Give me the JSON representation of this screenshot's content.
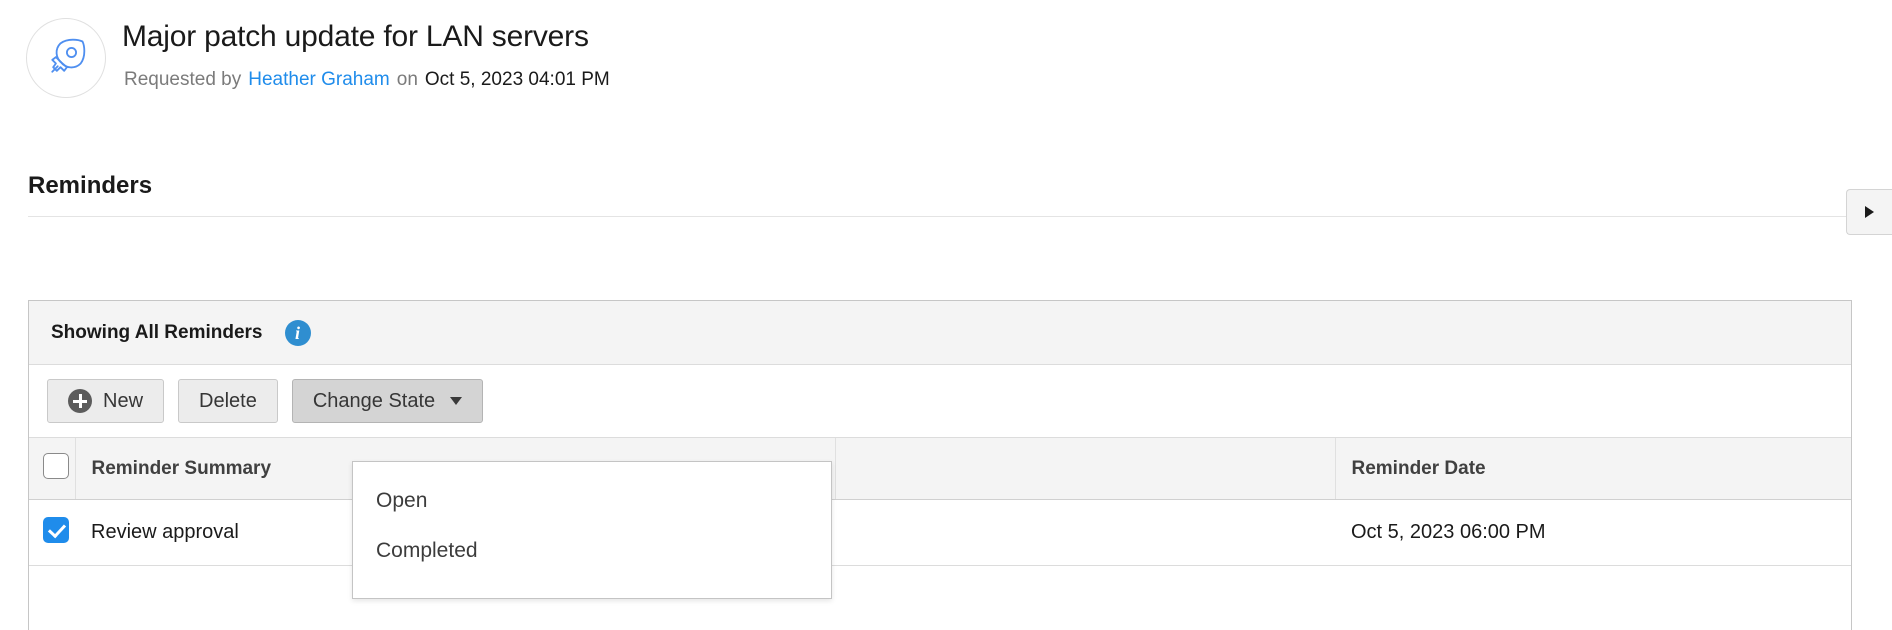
{
  "record": {
    "icon": "rocket-icon",
    "title": "Major patch update for LAN servers",
    "requested_by_label": "Requested by",
    "requested_by_user": "Heather Graham",
    "on_label": "on",
    "requested_on": "Oct 5, 2023 04:01 PM",
    "link_color": "#1f8ceb"
  },
  "section": {
    "title": "Reminders"
  },
  "panel_toggle": {
    "icon": "caret-right-icon"
  },
  "reminders_panel": {
    "header_label": "Showing All Reminders",
    "info_icon": "info-icon",
    "info_icon_color": "#2f8ed0",
    "toolbar": {
      "new_label": "New",
      "new_icon": "plus-circle-icon",
      "delete_label": "Delete",
      "change_state_label": "Change State",
      "change_state_icon": "caret-down-icon",
      "change_state_active": true
    },
    "dropdown": {
      "open": true,
      "items": [
        {
          "label": "Open"
        },
        {
          "label": "Completed"
        }
      ]
    },
    "table": {
      "select_all_checked": false,
      "columns": [
        {
          "label": "Reminder Summary"
        },
        {
          "label": ""
        },
        {
          "label": "Reminder Date"
        }
      ],
      "rows": [
        {
          "checked": true,
          "summary": "Review approval",
          "mid": "",
          "date": "Oct 5, 2023 06:00 PM"
        }
      ]
    }
  }
}
